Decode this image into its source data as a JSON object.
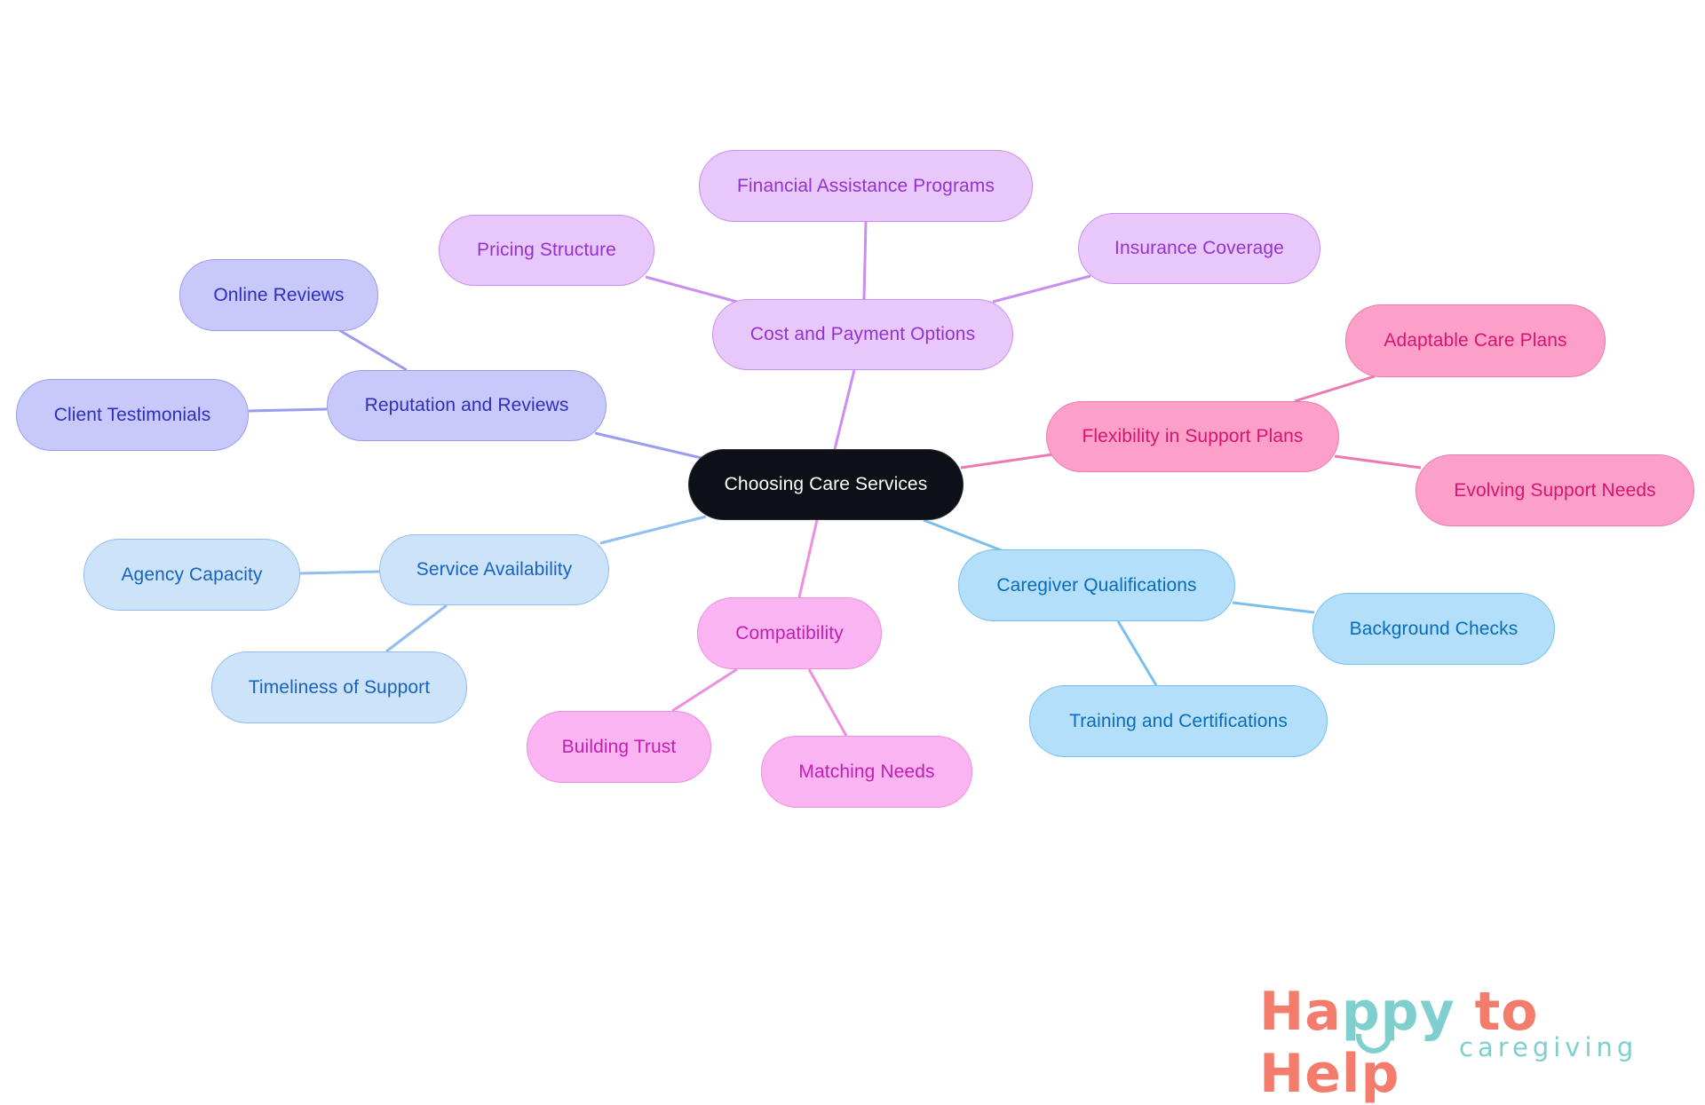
{
  "diagram": {
    "type": "mindmap",
    "root": {
      "id": "root",
      "label": "Choosing Care Services"
    },
    "branches": [
      {
        "id": "cost",
        "label": "Cost and Payment Options",
        "color_fill": "#e8c8fb",
        "color_text": "#9333cf",
        "color_edge": "#c98ef0",
        "children": [
          {
            "id": "financial",
            "label": "Financial Assistance Programs"
          },
          {
            "id": "pricing",
            "label": "Pricing Structure"
          },
          {
            "id": "insurance",
            "label": "Insurance Coverage"
          }
        ]
      },
      {
        "id": "reputation",
        "label": "Reputation and Reviews",
        "color_fill": "#c8c8fb",
        "color_text": "#2c2fc0",
        "color_edge": "#9a9cf0",
        "children": [
          {
            "id": "online",
            "label": "Online Reviews"
          },
          {
            "id": "testimonials",
            "label": "Client Testimonials"
          }
        ]
      },
      {
        "id": "service",
        "label": "Service Availability",
        "color_fill": "#cde3fa",
        "color_text": "#1763c0",
        "color_edge": "#92bdf0",
        "children": [
          {
            "id": "agency",
            "label": "Agency Capacity"
          },
          {
            "id": "timeliness",
            "label": "Timeliness of Support"
          }
        ]
      },
      {
        "id": "compat",
        "label": "Compatibility",
        "color_fill": "#fbb4f2",
        "color_text": "#c020b0",
        "color_edge": "#ee8ee0",
        "children": [
          {
            "id": "trust",
            "label": "Building Trust"
          },
          {
            "id": "matching",
            "label": "Matching Needs"
          }
        ]
      },
      {
        "id": "caregiver",
        "label": "Caregiver Qualifications",
        "color_fill": "#b3dffb",
        "color_text": "#0a6cb8",
        "color_edge": "#78bfee",
        "children": [
          {
            "id": "background",
            "label": "Background Checks"
          },
          {
            "id": "training",
            "label": "Training and Certifications"
          }
        ]
      },
      {
        "id": "flex",
        "label": "Flexibility in Support Plans",
        "color_fill": "#fca0ca",
        "color_text": "#d81470",
        "color_edge": "#ec7ab0",
        "children": [
          {
            "id": "adaptable",
            "label": "Adaptable Care Plans"
          },
          {
            "id": "evolving",
            "label": "Evolving Support Needs"
          }
        ]
      }
    ]
  },
  "logo": {
    "word_happy_1": "Ha",
    "word_happy_2": "ppy",
    "word_rest": " to Help",
    "tagline": "caregiving",
    "color_primary": "#f47c6c",
    "color_secondary": "#7fcfcf"
  }
}
